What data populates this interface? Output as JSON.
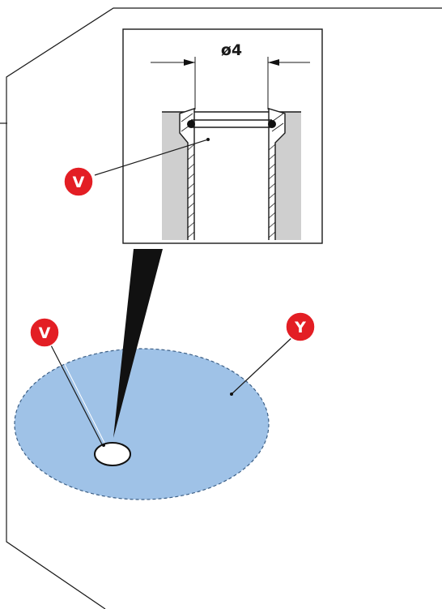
{
  "dimension": {
    "label": "ø4"
  },
  "callouts": {
    "inset_v": {
      "letter": "V"
    },
    "main_v": {
      "letter": "V"
    },
    "main_y": {
      "letter": "Y"
    }
  },
  "colors": {
    "callout_fill": "#e31e24",
    "spill_fill": "#9fc2e7",
    "wall_gray": "#cfcfcf",
    "line": "#1a1a1a"
  }
}
